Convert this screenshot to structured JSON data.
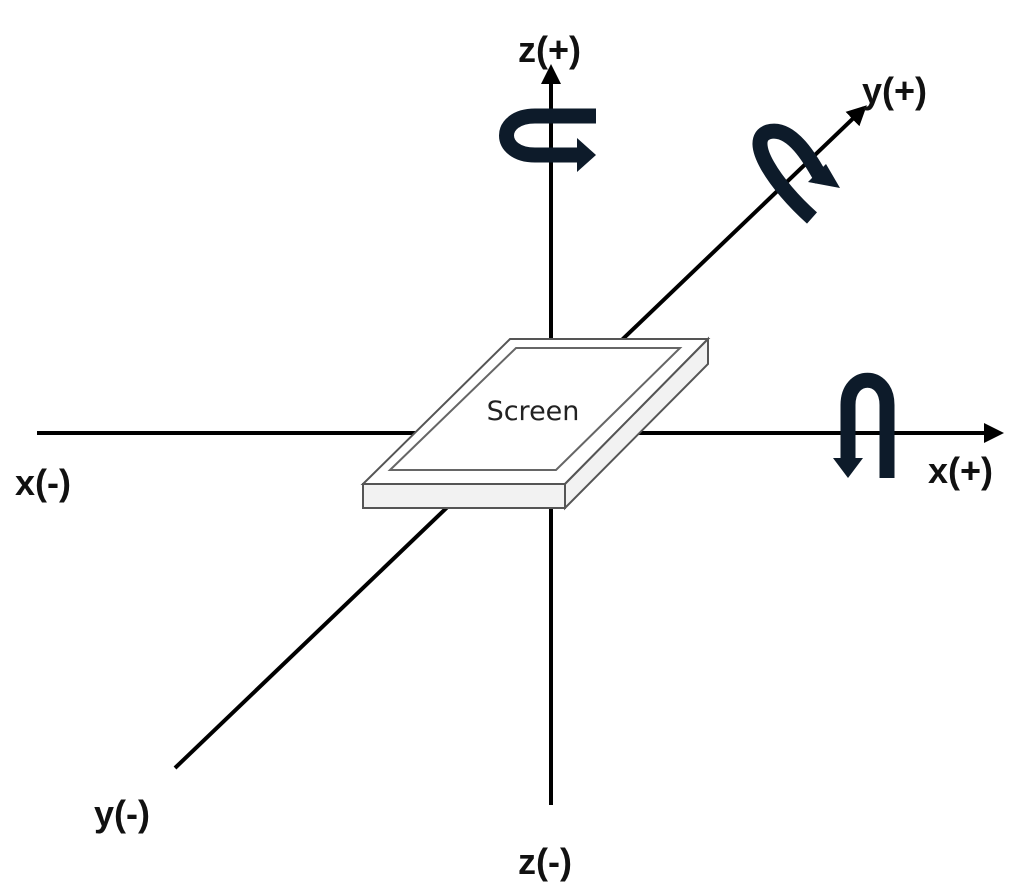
{
  "axes": {
    "x_positive": "x(+)",
    "x_negative": "x(-)",
    "y_positive": "y(+)",
    "y_negative": "y(-)",
    "z_positive": "z(+)",
    "z_negative": "z(-)"
  },
  "device": {
    "label": "Screen"
  },
  "rotation_arrows": [
    {
      "axis": "z",
      "icon": "rotation-arrow-icon"
    },
    {
      "axis": "y",
      "icon": "rotation-arrow-icon"
    },
    {
      "axis": "x",
      "icon": "rotation-arrow-icon"
    }
  ],
  "colors": {
    "axis": "#000000",
    "rotation_arrow": "#0d1b2a",
    "device_outline": "#555555",
    "device_side": "#f2f2f2"
  }
}
